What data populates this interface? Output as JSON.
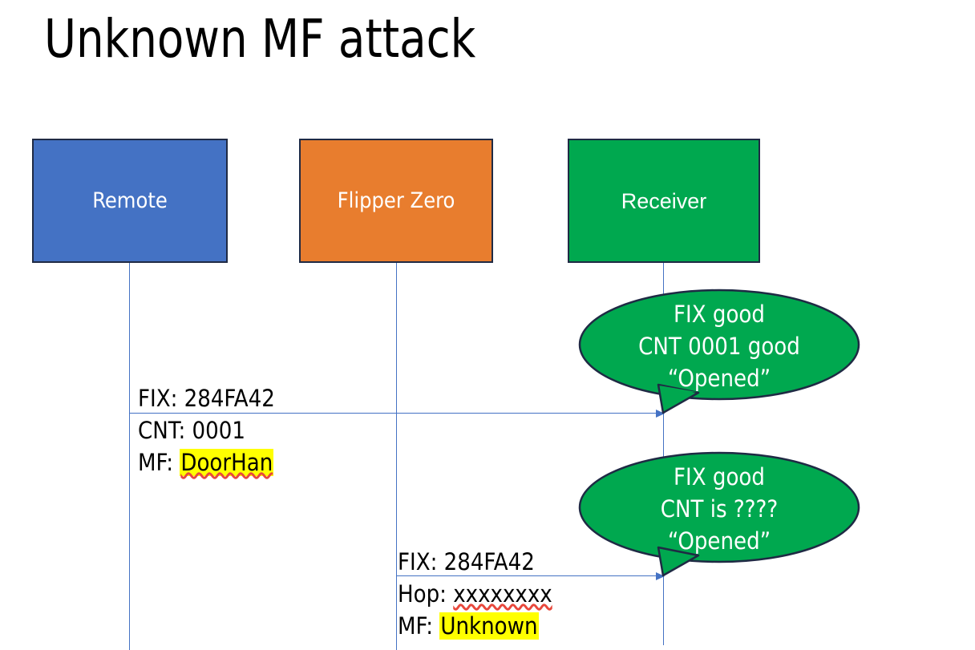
{
  "slide": {
    "title": "Unknown MF attack",
    "background": "#ffffff"
  },
  "colors": {
    "remote_box": "#4472C4",
    "flipper_box": "#E87D2E",
    "receiver_box": "#00A84F",
    "box_border": "#1F2A44",
    "lifeline": "#4472C4",
    "callout_fill": "#00A84F",
    "callout_border": "#1F2A44",
    "highlight": "#FFFF00",
    "spellcheck_underline": "#E8483C",
    "text": "#000000",
    "box_text": "#ffffff"
  },
  "actors": [
    {
      "id": "remote",
      "label": "Remote"
    },
    {
      "id": "flipper",
      "label": "Flipper Zero"
    },
    {
      "id": "receiver",
      "label": "Receiver"
    }
  ],
  "messages": [
    {
      "id": "msg-1",
      "from": "remote",
      "to": "receiver",
      "line1": "FIX: 284FA42",
      "line2": "CNT: 0001",
      "line3_prefix": "MF: ",
      "line3_value": "DoorHan",
      "line3_highlighted": true,
      "line3_spellchecked": true
    },
    {
      "id": "msg-2",
      "from": "flipper",
      "to": "receiver",
      "line1": "FIX: 284FA42",
      "line2_prefix": "Hop: ",
      "line2_value": "xxxxxxxx",
      "line2_spellchecked": true,
      "line3_prefix": "MF: ",
      "line3_value": "Unknown",
      "line3_highlighted": true
    }
  ],
  "callouts": [
    {
      "id": "callout-1",
      "line1": "FIX good",
      "line2": "CNT 0001 good",
      "line3": "“Opened”"
    },
    {
      "id": "callout-2",
      "line1": "FIX good",
      "line2": "CNT is ????",
      "line3": "“Opened”"
    }
  ]
}
